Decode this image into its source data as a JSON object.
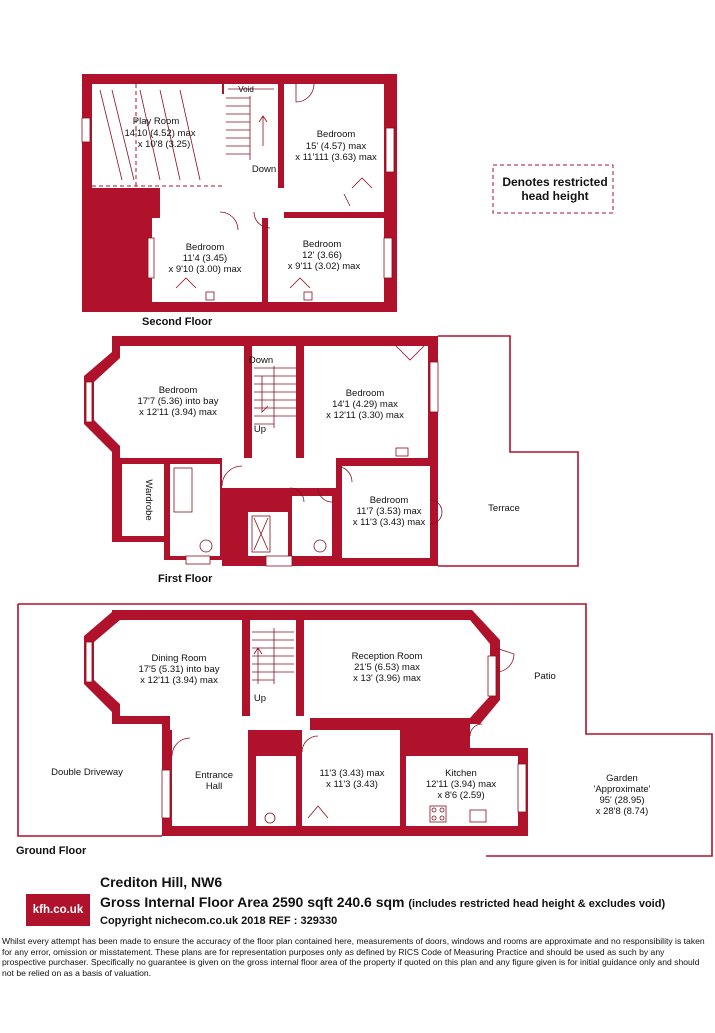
{
  "floors": {
    "second_floor": {
      "label": "Second Floor",
      "rooms": [
        {
          "name": "Play Room",
          "dims": [
            "14'10 (4.52) max",
            "x 10'8 (3.25)"
          ]
        },
        {
          "name": "Bedroom",
          "dims": [
            "15' (4.57) max",
            "x 11'111 (3.63) max"
          ]
        },
        {
          "name": "Bedroom",
          "dims": [
            "11'4 (3.45)",
            "x 9'10 (3.00) max"
          ]
        },
        {
          "name": "Bedroom",
          "dims": [
            "12' (3.66)",
            "x 9'11 (3.02) max"
          ]
        }
      ],
      "void_label": "Void",
      "stairs_label": "Down"
    },
    "first_floor": {
      "label": "First Floor",
      "rooms": [
        {
          "name": "Bedroom",
          "dims": [
            "17'7 (5.36) into bay",
            "x 12'11 (3.94) max"
          ]
        },
        {
          "name": "Bedroom",
          "dims": [
            "14'1 (4.29) max",
            "x 12'11 (3.30) max"
          ]
        },
        {
          "name": "Bedroom",
          "dims": [
            "11'7 (3.53) max",
            "x 11'3 (3.43) max"
          ]
        }
      ],
      "wardrobe_label": "Wardrobe",
      "terrace_label": "Terrace",
      "stairs_down": "Down",
      "stairs_up": "Up"
    },
    "ground_floor": {
      "label": "Ground Floor",
      "rooms": [
        {
          "name": "Dining Room",
          "dims": [
            "17'5 (5.31) into bay",
            "x 12'11 (3.94) max"
          ]
        },
        {
          "name": "Reception Room",
          "dims": [
            "21'5 (6.53) max",
            "x 13' (3.96) max"
          ]
        },
        {
          "name": "Entrance",
          "dims": [
            "Hall"
          ]
        },
        {
          "name": "",
          "dims": [
            "11'3 (3.43) max",
            "x 11'3 (3.43)"
          ]
        },
        {
          "name": "Kitchen",
          "dims": [
            "12'11 (3.94) max",
            "x 8'6 (2.59)"
          ]
        }
      ],
      "driveway_label": "Double Driveway",
      "patio_label": "Patio",
      "garden": [
        "Garden",
        "'Approximate'",
        "95' (28.95)",
        "x 28'8 (8.74)"
      ],
      "stairs_up": "Up"
    }
  },
  "legend": {
    "line1": "Denotes restricted",
    "line2": "head height"
  },
  "footer": {
    "logo": "kfh.co.uk",
    "address": "Crediton Hill, NW6",
    "area": "Gross Internal Floor Area 2590 sqft 240.6 sqm",
    "area_note": "(includes restricted head height & excludes void)",
    "copyright": "Copyright nichecom.co.uk 2018 REF : 329330",
    "disclaimer": "Whilst every attempt has been made to ensure the accuracy of the floor plan contained here, measurements of doors, windows and rooms are approximate and no responsibility is taken for any error, omission or misstatement.  These plans are for representation purposes only as defined by RICS Code of Measuring Practice and should be used as such by any prospective purchaser.  Specifically no guarantee is given on the gross internal floor area of the property if quoted on this plan and any figure given is for initial guidance only and should not be relied on as a basis of valuation."
  },
  "colors": {
    "wall": "#b0122b",
    "background": "#ffffff"
  }
}
